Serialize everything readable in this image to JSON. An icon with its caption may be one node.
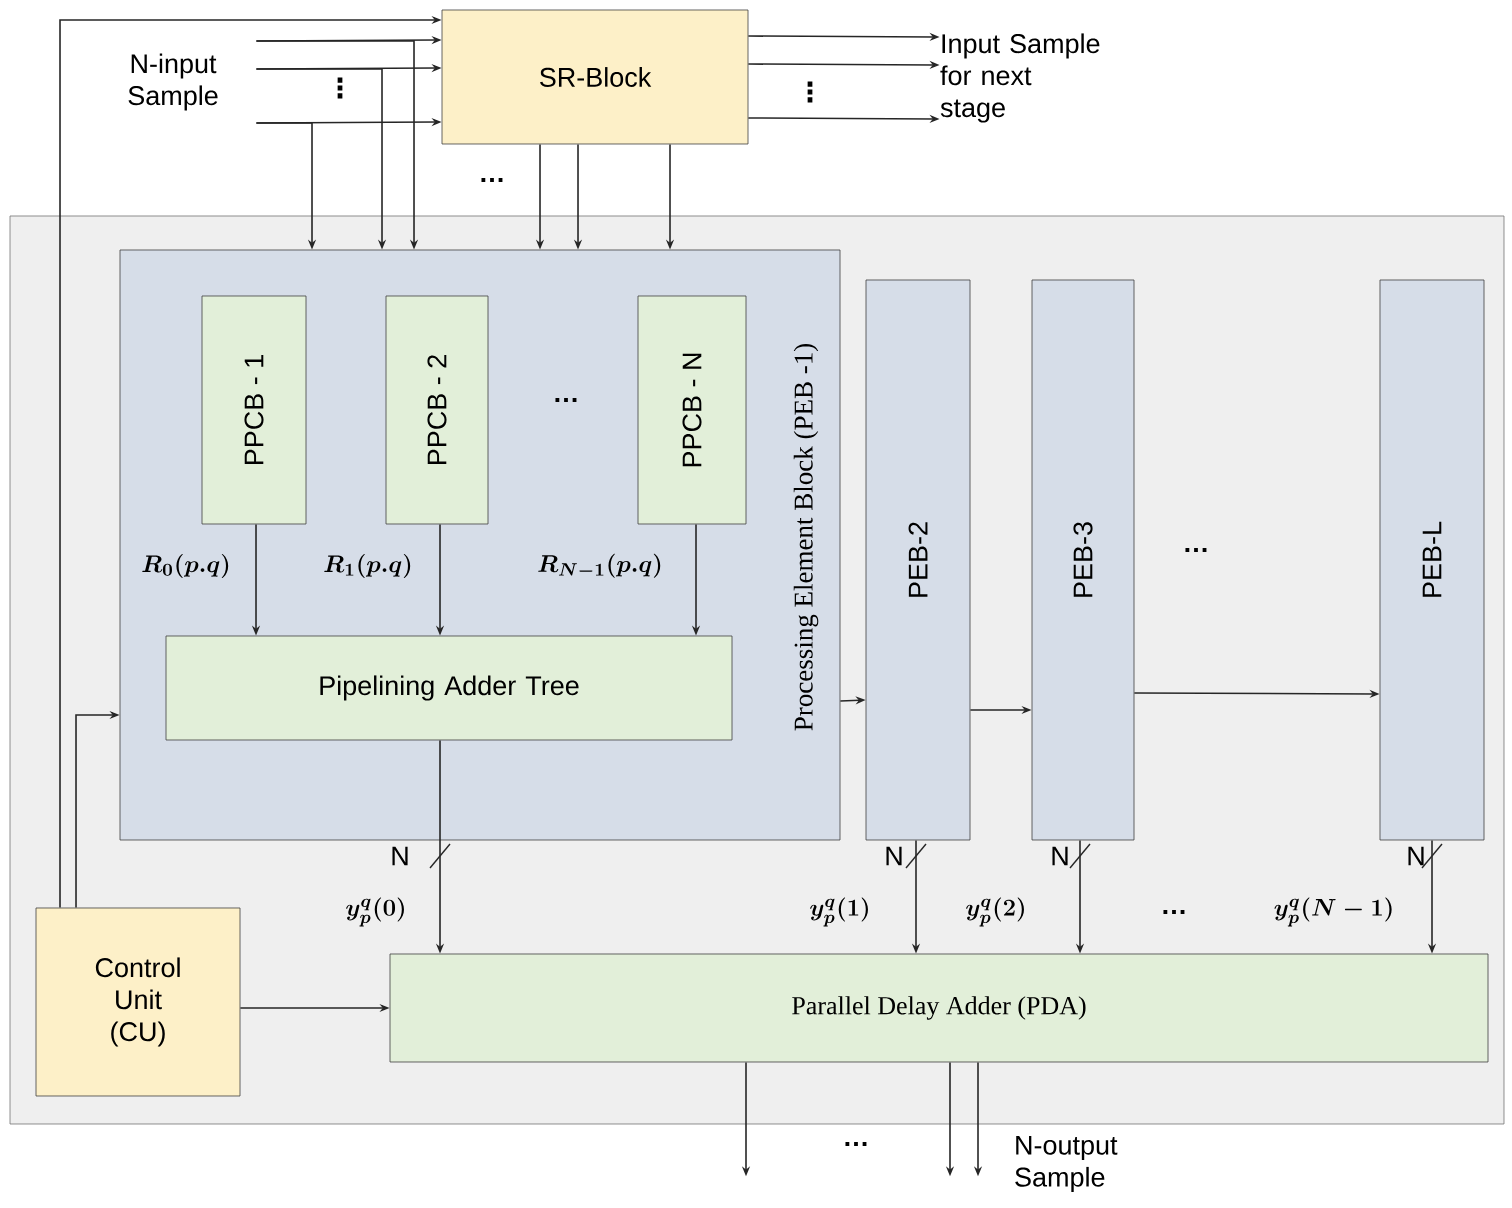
{
  "diagram": {
    "nodes": [
      {
        "text": [
          "N-input Sample"
        ]
      },
      {
        "text": [
          "SR-Block"
        ]
      },
      {
        "text": [
          "Input Sample for next stage"
        ]
      },
      {
        "text": [],
        "shape": "box"
      },
      {
        "text": [
          "Processing Element Block (PEB -1)"
        ],
        "in": 3
      },
      {
        "text": [
          "PPCB - 1"
        ],
        "in": 4
      },
      {
        "text": [
          "PPCB - 2"
        ],
        "in": 4
      },
      {
        "text": [
          "PPCB - N"
        ],
        "in": 4
      },
      {
        "text": [
          "Pipelining Adder Tree"
        ],
        "in": 4
      },
      {
        "text": [
          "PEB-2"
        ],
        "in": 3,
        "beside": [
          "N"
        ]
      },
      {
        "text": [
          "PEB-3"
        ],
        "in": 3,
        "beside": [
          "N"
        ]
      },
      {
        "text": [
          "PEB-L"
        ],
        "in": 3,
        "beside": [
          "N"
        ]
      },
      {
        "text": [
          "Control Unit (CU)"
        ],
        "in": 3
      },
      {
        "text": [
          "Parallel Delay Adder (PDA)"
        ],
        "in": 3
      }
    ],
    "edges": [
      {
        "from": 0,
        "to": 1,
        "arrow": "to"
      },
      {
        "from": 0,
        "to": 1,
        "arrow": "to"
      },
      {
        "from": 0,
        "to": 1,
        "arrow": "to"
      },
      {
        "from": 0,
        "to": 4,
        "arrow": "to"
      },
      {
        "from": 0,
        "to": 4,
        "arrow": "to"
      },
      {
        "from": 0,
        "to": 4,
        "arrow": "to"
      },
      {
        "from": 1,
        "to": 4,
        "arrow": "to"
      },
      {
        "from": 1,
        "to": 4,
        "arrow": "to"
      },
      {
        "from": 1,
        "to": 4,
        "arrow": "to"
      },
      {
        "from": 1,
        "to": 2,
        "arrow": "to"
      },
      {
        "from": 1,
        "to": 2,
        "arrow": "to"
      },
      {
        "from": 1,
        "to": 2,
        "arrow": "to"
      },
      {
        "from": 12,
        "to": 1,
        "arrow": "to"
      },
      {
        "from": 12,
        "to": 4,
        "arrow": "to"
      },
      {
        "from": 4,
        "to": 9,
        "arrow": "to"
      },
      {
        "from": 9,
        "to": 10,
        "arrow": "to"
      },
      {
        "from": 10,
        "to": 11,
        "arrow": "to"
      },
      {
        "from": 5,
        "to": 8,
        "arrow": "to",
        "label": "R_{0}(p.q)"
      },
      {
        "from": 6,
        "to": 8,
        "arrow": "to",
        "label": "R_{1}(p.q)"
      },
      {
        "from": 7,
        "to": 8,
        "arrow": "to",
        "label": "R_{N-1}(p.q)"
      },
      {
        "from": 8,
        "to": 13,
        "arrow": "to",
        "label": "y_{p}^{q}(0)"
      },
      {
        "from": 9,
        "to": 13,
        "arrow": "to",
        "label": "y_{p}^{q}(1)"
      },
      {
        "from": 10,
        "to": 13,
        "arrow": "to",
        "label": "y_{p}^{q}(2)"
      },
      {
        "from": 11,
        "to": 13,
        "arrow": "to",
        "label": "y_{p}^{q}(N-1)"
      },
      {
        "from": 12,
        "to": 13,
        "arrow": "to"
      },
      {
        "from": 13,
        "to": null,
        "arrow": "to"
      },
      {
        "from": 13,
        "to": null,
        "arrow": "to"
      },
      {
        "from": 13,
        "to": null,
        "arrow": "to"
      }
    ],
    "labels": [
      "⋮",
      "⋮",
      "…",
      "…",
      "…",
      "N",
      "…",
      "…",
      "N-output Sample"
    ]
  }
}
